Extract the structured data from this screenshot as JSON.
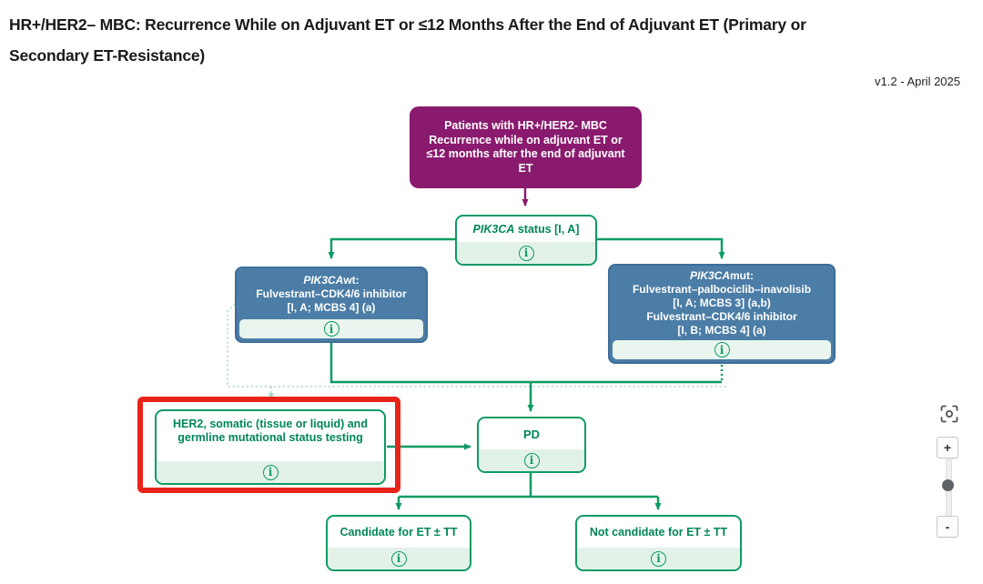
{
  "header": {
    "title_line1": "HR+/HER2– MBC: Recurrence While on Adjuvant ET or ≤12 Months After the End of Adjuvant ET (Primary or",
    "title_line2": "Secondary ET-Resistance)",
    "version": "v1.2 - April 2025"
  },
  "colors": {
    "purple": "#8A1A6E",
    "green_line": "#0D9B62",
    "green_text": "#00865A",
    "light_green_dotted": "#A6D9C3",
    "blue_fill": "#4B7DA6",
    "blue_border": "#3D6E99",
    "strip_light_green": "#E3F2E9",
    "highlight_red": "#E8231A"
  },
  "flowchart": {
    "patients": {
      "line1": "Patients with HR+/HER2- MBC",
      "line2": "Recurrence while on adjuvant ET or ≤12 months after the end of adjuvant ET"
    },
    "pik3ca_status": {
      "gene": "PIK3CA",
      "rest": " status [I, A]"
    },
    "pik3ca_wt": {
      "gene": "PIK3CA",
      "gene_suffix": "wt:",
      "line2": "Fulvestrant–CDK4/6 inhibitor",
      "line3": "[I, A; MCBS 4] (a)"
    },
    "pik3ca_mut": {
      "gene": "PIK3CA",
      "gene_suffix": "mut:",
      "line2": "Fulvestrant–palbociclib–inavolisib",
      "line3": "[I, A; MCBS 3] (a,b)",
      "line4": "Fulvestrant–CDK4/6 inhibitor",
      "line5": "[I, B; MCBS 4] (a)"
    },
    "her2_testing": {
      "line1": "HER2, somatic (tissue or liquid) and",
      "line2": "germline mutational status testing"
    },
    "pd": {
      "label": "PD"
    },
    "candidate_et": {
      "label": "Candidate for ET ± TT"
    },
    "not_candidate_et": {
      "label": "Not candidate for ET ± TT"
    },
    "info_icon_glyph": "i"
  },
  "zoom_controls": {
    "zoom_in_label": "+",
    "zoom_out_label": "-"
  }
}
